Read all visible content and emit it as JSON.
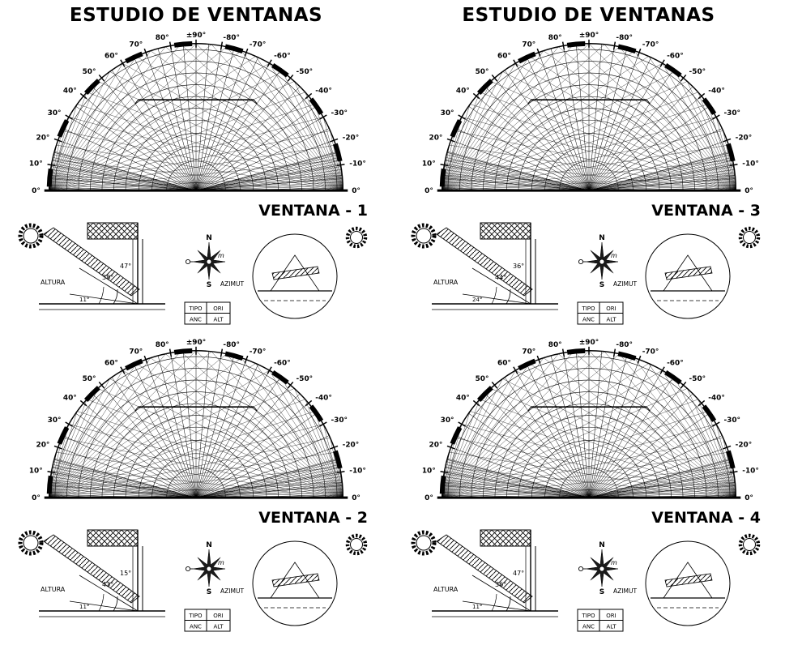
{
  "sheet": {
    "background": "#ffffff",
    "ink": "#000000"
  },
  "titles": {
    "left": "ESTUDIO DE VENTANAS",
    "right": "ESTUDIO DE VENTANAS"
  },
  "sun_diagram": {
    "type": "polar-sun-path-protractor",
    "angle_labels": [
      "0°",
      "10°",
      "20°",
      "30°",
      "40°",
      "50°",
      "60°",
      "70°",
      "80°",
      "±90°",
      "-80°",
      "-70°",
      "-60°",
      "-50°",
      "-40°",
      "-30°",
      "-20°",
      "-10°",
      "0°"
    ],
    "label_step_deg": 10,
    "radial_step_deg": 5,
    "arc_radii_fractions": [
      0.2,
      0.3,
      0.39,
      0.48,
      0.56,
      0.64,
      0.72,
      0.8,
      0.88,
      0.96
    ]
  },
  "windows": [
    {
      "label": "VENTANA - 1",
      "altura": "ALTURA",
      "azimut": "AZIMUT",
      "compass": {
        "north": "N",
        "south": "S",
        "meridian": "m"
      },
      "angles": {
        "a": "38°",
        "b": "47°",
        "c": "11°"
      },
      "table": {
        "tipo": "TIPO",
        "ori": "ORI",
        "anc": "ANC",
        "alt": "ALT"
      }
    },
    {
      "label": "VENTANA - 3",
      "altura": "ALTURA",
      "azimut": "AZIMUT",
      "compass": {
        "north": "N",
        "south": "S",
        "meridian": "m"
      },
      "angles": {
        "a": "44°",
        "b": "36°",
        "c": "24°"
      },
      "table": {
        "tipo": "TIPO",
        "ori": "ORI",
        "anc": "ANC",
        "alt": "ALT"
      }
    },
    {
      "label": "VENTANA - 2",
      "altura": "ALTURA",
      "azimut": "AZIMUT",
      "compass": {
        "north": "N",
        "south": "S",
        "meridian": "m"
      },
      "angles": {
        "a": "43°",
        "b": "15°",
        "c": "11°"
      },
      "table": {
        "tipo": "TIPO",
        "ori": "ORI",
        "anc": "ANC",
        "alt": "ALT"
      }
    },
    {
      "label": "VENTANA - 4",
      "altura": "ALTURA",
      "azimut": "AZIMUT",
      "compass": {
        "north": "N",
        "south": "S",
        "meridian": "m"
      },
      "angles": {
        "a": "36°",
        "b": "47°",
        "c": "11°"
      },
      "table": {
        "tipo": "TIPO",
        "ori": "ORI",
        "anc": "ANC",
        "alt": "ALT"
      }
    }
  ]
}
